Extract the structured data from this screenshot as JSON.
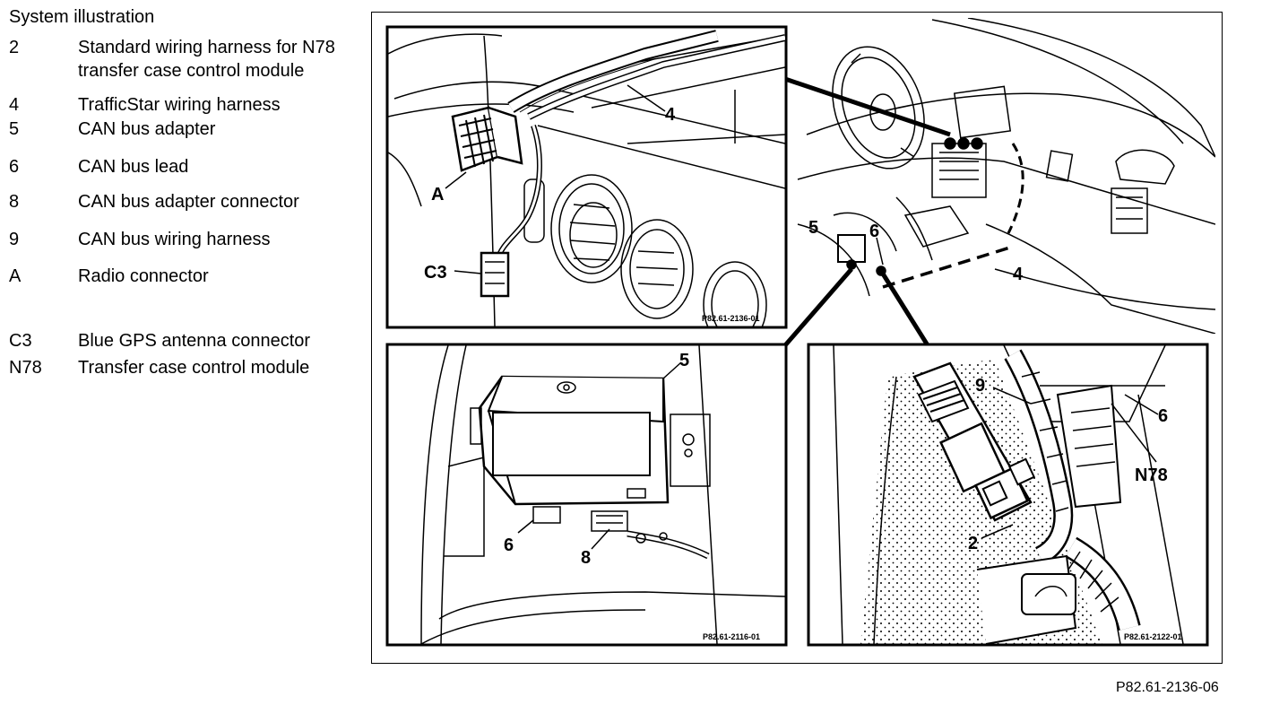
{
  "title": "System illustration",
  "legend": [
    {
      "code": "2",
      "description": "Standard wiring harness for N78 transfer case control module"
    },
    {
      "code": "4",
      "description": "TrafficStar wiring harness"
    },
    {
      "code": "5",
      "description": "CAN bus adapter"
    },
    {
      "code": "6",
      "description": "CAN bus lead"
    },
    {
      "code": "8",
      "description": "CAN bus adapter connector"
    },
    {
      "code": "9",
      "description": "CAN bus wiring harness"
    },
    {
      "code": "A",
      "description": "Radio connector"
    },
    {
      "code": "C3",
      "description": "Blue GPS antenna connector"
    },
    {
      "code": "N78",
      "description": "Transfer case control module"
    }
  ],
  "figure_id": "P82.61-2136-06",
  "panels": {
    "top_left": {
      "labels": [
        "4",
        "A",
        "C3"
      ],
      "panel_id": "P82.61-2136-01"
    },
    "overview": {
      "labels": [
        "5",
        "6",
        "4"
      ]
    },
    "bottom_left": {
      "labels": [
        "5",
        "6",
        "8"
      ],
      "panel_id": "P82.61-2116-01"
    },
    "bottom_right": {
      "labels": [
        "9",
        "6",
        "N78",
        "2"
      ],
      "panel_id": "P82.61-2122-01"
    }
  }
}
